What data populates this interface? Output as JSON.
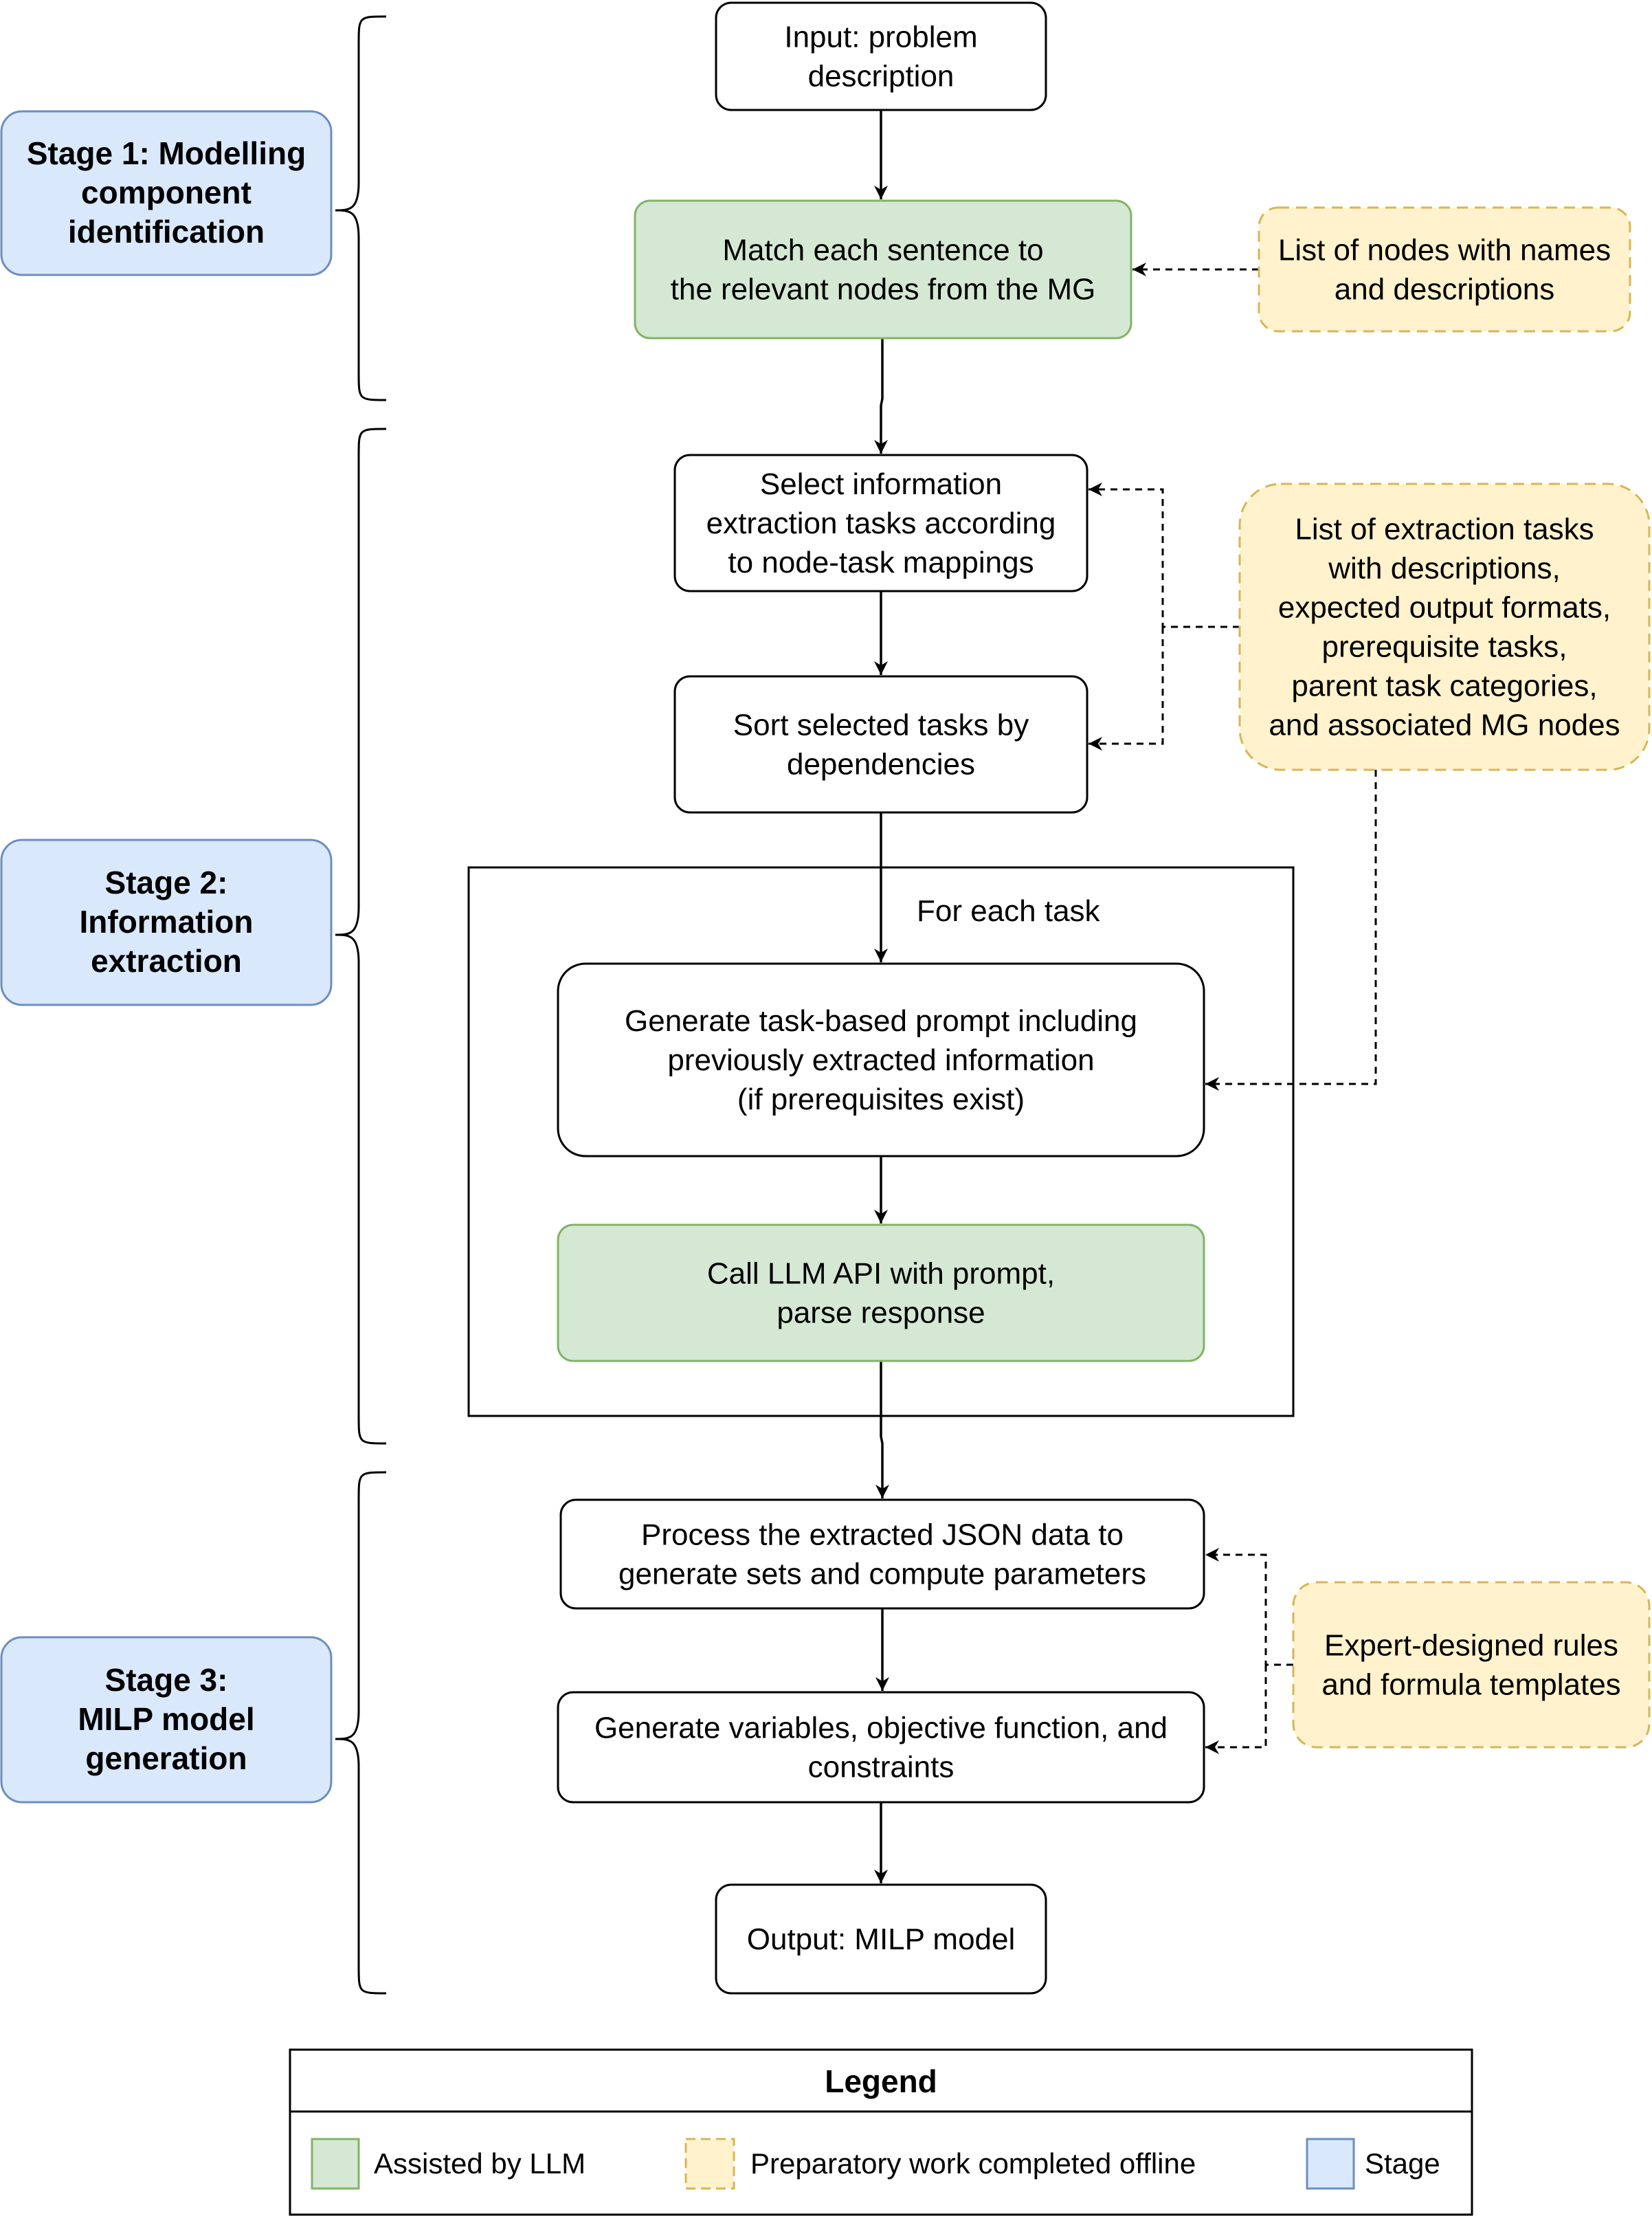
{
  "colors": {
    "llm_fill": "#d5e8d4",
    "llm_stroke": "#82b366",
    "offline_fill": "#fff2cc",
    "offline_stroke": "#d6b656",
    "stage_fill": "#dae8fc",
    "stage_stroke": "#6c8ebf",
    "plain_fill": "#ffffff",
    "line": "#000000"
  },
  "stages": [
    {
      "id": "stage1",
      "lines": [
        "Stage 1: Modelling",
        "component",
        "identification"
      ]
    },
    {
      "id": "stage2",
      "lines": [
        "Stage 2:",
        "Information",
        "extraction"
      ]
    },
    {
      "id": "stage3",
      "lines": [
        "Stage 3:",
        "MILP model",
        "generation"
      ]
    }
  ],
  "nodes": [
    {
      "id": "input",
      "type": "plain",
      "lines": [
        "Input: problem",
        "description"
      ]
    },
    {
      "id": "match",
      "type": "llm",
      "lines": [
        "Match each sentence to",
        "the relevant nodes from the MG"
      ]
    },
    {
      "id": "select",
      "type": "plain",
      "lines": [
        "Select information",
        "extraction tasks according",
        "to node-task mappings"
      ]
    },
    {
      "id": "sort",
      "type": "plain",
      "lines": [
        "Sort selected tasks by",
        "dependencies"
      ]
    },
    {
      "id": "generate_prompt",
      "type": "plain",
      "lines": [
        "Generate task-based prompt including",
        "previously extracted information",
        "(if prerequisites exist)"
      ]
    },
    {
      "id": "call_llm",
      "type": "llm",
      "lines": [
        "Call LLM API with prompt,",
        "parse response"
      ]
    },
    {
      "id": "process",
      "type": "plain",
      "lines": [
        "Process the extracted JSON data to",
        "generate sets and compute parameters"
      ]
    },
    {
      "id": "gen_vars",
      "type": "plain",
      "lines": [
        "Generate variables, objective function, and",
        "constraints"
      ]
    },
    {
      "id": "output",
      "type": "plain",
      "lines": [
        "Output: MILP model"
      ]
    },
    {
      "id": "nodes_list",
      "type": "offline",
      "lines": [
        "List of nodes with names",
        "and descriptions"
      ]
    },
    {
      "id": "tasks_list",
      "type": "offline",
      "lines": [
        "List of extraction tasks",
        "with descriptions,",
        "expected output formats,",
        "prerequisite tasks,",
        "parent task categories,",
        "and associated MG nodes"
      ]
    },
    {
      "id": "rules",
      "type": "offline",
      "lines": [
        "Expert-designed rules",
        "and formula templates"
      ]
    }
  ],
  "loop": {
    "label": "For each task"
  },
  "edges": [
    {
      "from": "input",
      "to": "match",
      "style": "solid"
    },
    {
      "from": "match",
      "to": "select",
      "style": "solid"
    },
    {
      "from": "select",
      "to": "sort",
      "style": "solid"
    },
    {
      "from": "sort",
      "to": "generate_prompt",
      "style": "solid"
    },
    {
      "from": "generate_prompt",
      "to": "call_llm",
      "style": "solid"
    },
    {
      "from": "call_llm",
      "to": "process",
      "style": "solid"
    },
    {
      "from": "process",
      "to": "gen_vars",
      "style": "solid"
    },
    {
      "from": "gen_vars",
      "to": "output",
      "style": "solid"
    },
    {
      "from": "nodes_list",
      "to": "match",
      "style": "dashed"
    },
    {
      "from": "tasks_list",
      "to": "select",
      "style": "dashed"
    },
    {
      "from": "tasks_list",
      "to": "sort",
      "style": "dashed"
    },
    {
      "from": "tasks_list",
      "to": "generate_prompt",
      "style": "dashed"
    },
    {
      "from": "rules",
      "to": "process",
      "style": "dashed"
    },
    {
      "from": "rules",
      "to": "gen_vars",
      "style": "dashed"
    }
  ],
  "legend": {
    "title": "Legend",
    "items": [
      {
        "type": "llm",
        "label": "Assisted by LLM"
      },
      {
        "type": "offline",
        "label": "Preparatory work completed offline"
      },
      {
        "type": "stage",
        "label": "Stage"
      }
    ]
  }
}
